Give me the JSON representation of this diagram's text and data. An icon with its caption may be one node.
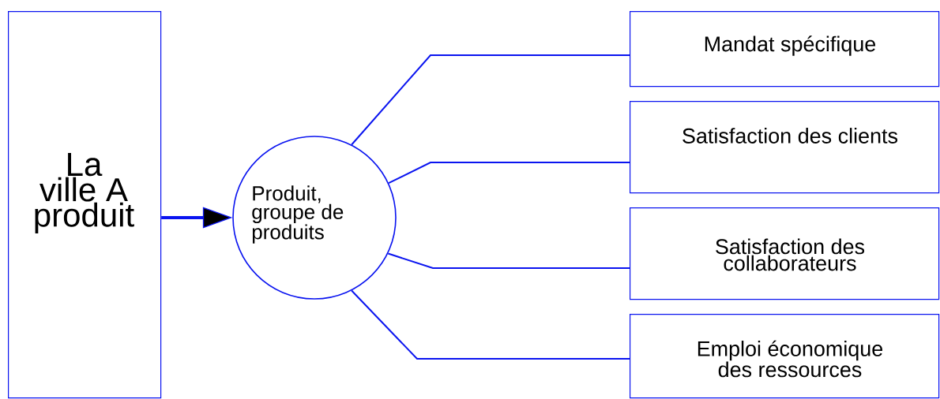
{
  "diagram": {
    "nodes": [
      {
        "text": [
          "La ville A produit"
        ]
      },
      {
        "text": [
          "Produit, groupe de produits"
        ]
      },
      {
        "text": [
          "Mandat spécifique"
        ]
      },
      {
        "text": [
          "Satisfaction des clients"
        ]
      },
      {
        "text": [
          "Satisfaction des collaborateurs"
        ]
      },
      {
        "text": [
          "Emploi économique des ressources"
        ]
      }
    ],
    "edges": [
      {
        "from": 0,
        "to": 1,
        "arrow": "to",
        "style": "thick"
      },
      {
        "from": 1,
        "to": 2,
        "arrow": "none"
      },
      {
        "from": 1,
        "to": 3,
        "arrow": "none"
      },
      {
        "from": 1,
        "to": 4,
        "arrow": "none"
      },
      {
        "from": 1,
        "to": 5,
        "arrow": "none"
      }
    ]
  }
}
